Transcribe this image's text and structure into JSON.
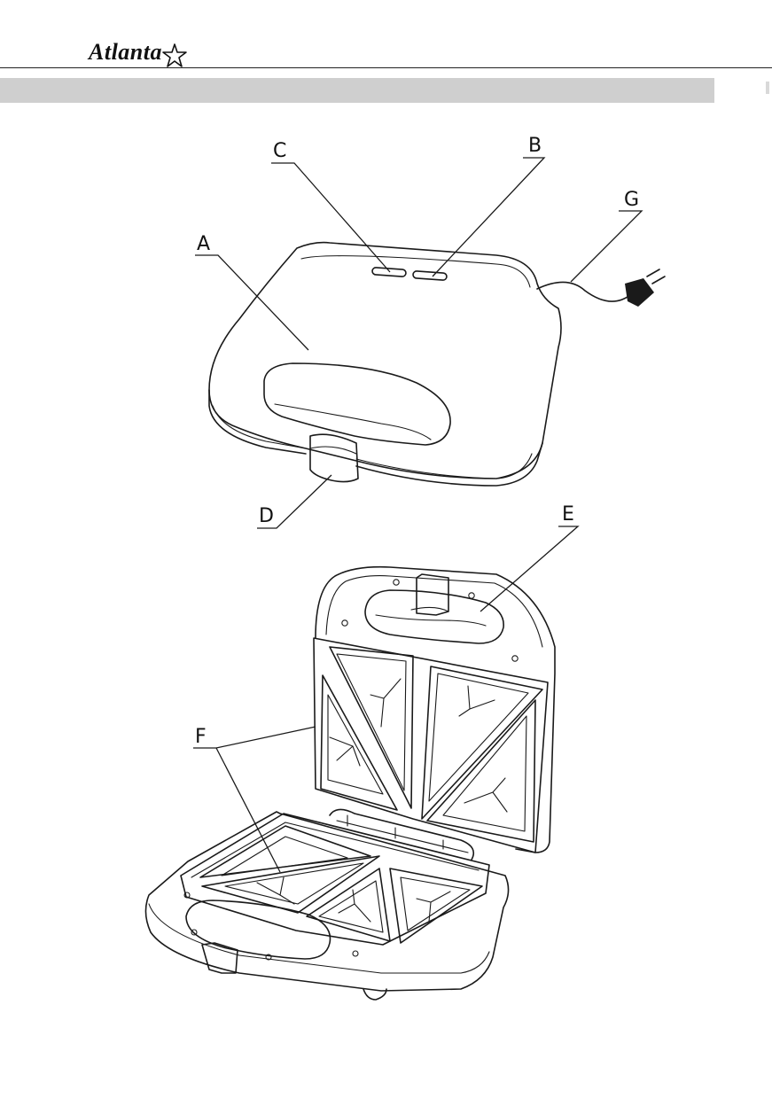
{
  "header": {
    "brand": "Atlanta"
  },
  "labels": {
    "A": "A",
    "B": "B",
    "C": "C",
    "D": "D",
    "E": "E",
    "F": "F",
    "G": "G"
  },
  "icons": {
    "brand_star": "star-outline-icon"
  },
  "colors": {
    "band": "#cfcfcf",
    "line": "#1a1a1a"
  }
}
